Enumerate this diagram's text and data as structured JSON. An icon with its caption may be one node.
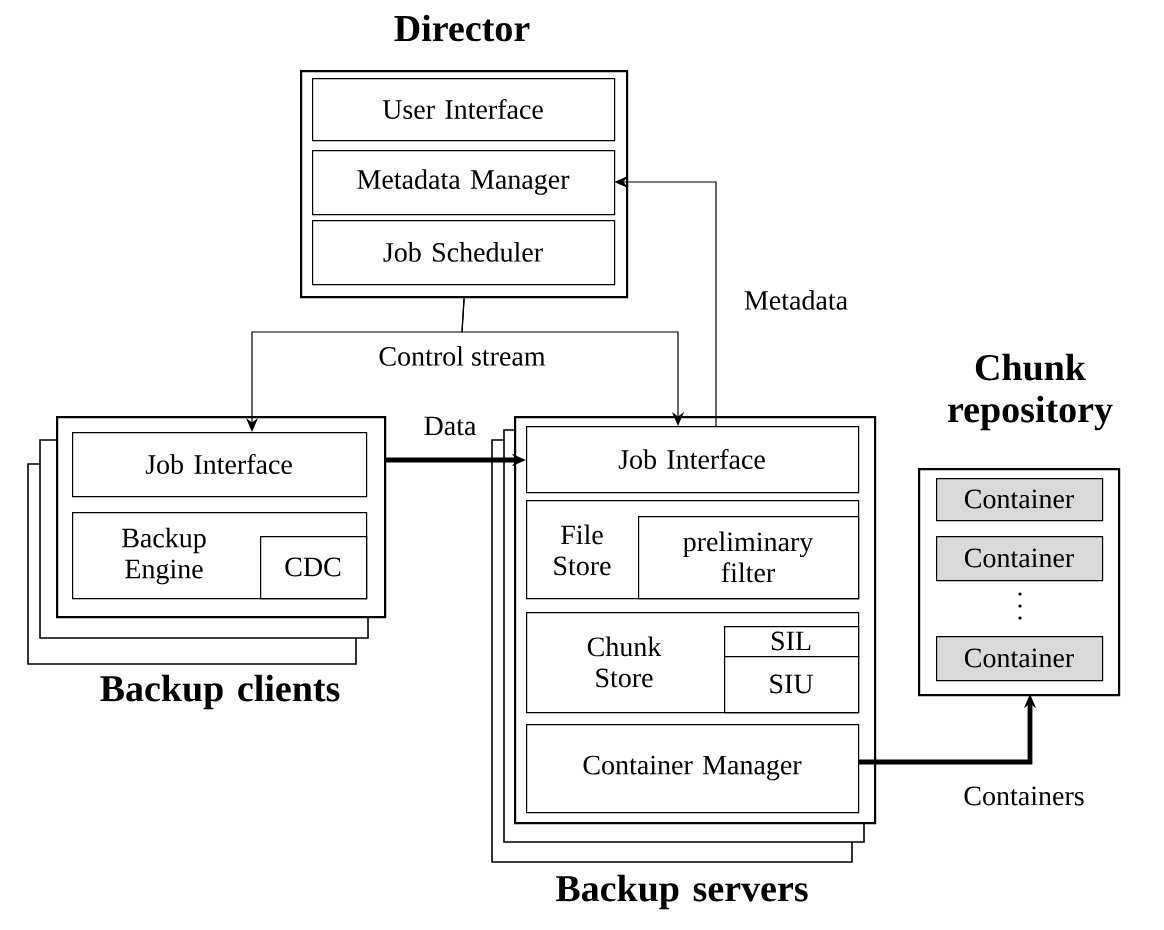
{
  "diagram": {
    "nodes": [
      {
        "text": [
          "Director"
        ]
      },
      {
        "text": [
          "User Interface"
        ],
        "in": 0
      },
      {
        "text": [
          "Metadata Manager"
        ],
        "in": 0
      },
      {
        "text": [
          "Job Scheduler"
        ],
        "in": 0
      },
      {
        "text": [
          "Backup clients"
        ]
      },
      {
        "text": [
          "Job Interface"
        ],
        "in": 4
      },
      {
        "text": [
          "Backup Engine"
        ],
        "in": 4
      },
      {
        "text": [
          "CDC"
        ],
        "in": 6
      },
      {
        "text": [
          "Backup servers"
        ]
      },
      {
        "text": [
          "Job Interface"
        ],
        "in": 8
      },
      {
        "text": [
          "File Store"
        ],
        "in": 8
      },
      {
        "text": [
          "preliminary filter"
        ],
        "in": 10
      },
      {
        "text": [
          "Chunk Store"
        ],
        "in": 8
      },
      {
        "text": [
          "SIL"
        ],
        "in": 12
      },
      {
        "text": [
          "SIU"
        ],
        "in": 12
      },
      {
        "text": [
          "Container Manager"
        ],
        "in": 8
      },
      {
        "text": [
          "Chunk repository"
        ]
      },
      {
        "text": [
          "Container"
        ],
        "in": 16
      },
      {
        "text": [
          "Container"
        ],
        "in": 16
      },
      {
        "text": [
          "Container"
        ],
        "in": 16
      }
    ],
    "edges": [
      {
        "from": 0,
        "to": 5,
        "arrow": "to",
        "label": "Control stream"
      },
      {
        "from": 0,
        "to": 9,
        "arrow": "to"
      },
      {
        "from": 9,
        "to": 2,
        "arrow": "to",
        "label": "Metadata"
      },
      {
        "from": 4,
        "to": 9,
        "arrow": "to",
        "label": "Data",
        "style": "thick"
      },
      {
        "from": 15,
        "to": 16,
        "arrow": "to",
        "label": "Containers",
        "style": "thick"
      }
    ]
  }
}
